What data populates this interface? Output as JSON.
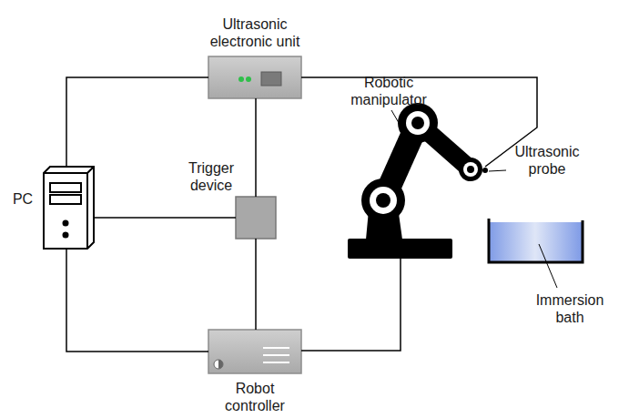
{
  "diagram": {
    "nodes": [
      {
        "text": [
          "PC"
        ]
      },
      {
        "text": [
          "Ultrasonic electronic unit"
        ]
      },
      {
        "text": [
          "Trigger device"
        ]
      },
      {
        "text": [
          "Robot controller"
        ]
      }
    ],
    "edges": [
      {
        "from": 0,
        "to": 1,
        "arrow": "none"
      },
      {
        "from": 0,
        "to": 2,
        "arrow": "none"
      },
      {
        "from": 0,
        "to": 3,
        "arrow": "none"
      },
      {
        "from": 1,
        "to": 2,
        "arrow": "none"
      },
      {
        "from": 2,
        "to": 3,
        "arrow": "none"
      }
    ],
    "labels": [
      "Robotic manipulator",
      "Ultrasonic probe",
      "Immersion bath"
    ]
  }
}
